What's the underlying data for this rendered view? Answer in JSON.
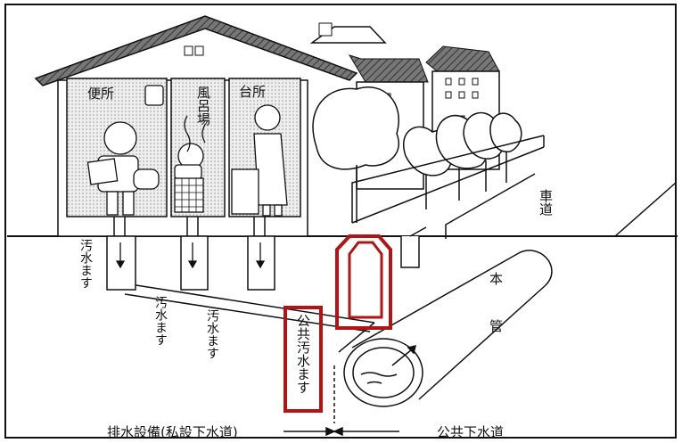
{
  "labels": {
    "toilet": "便所",
    "bath": "風呂場",
    "kitchen": "台所",
    "road": "車道",
    "main_pipe": "本管",
    "inlet_left": "汚水ます",
    "inlet_mid": "汚水ます",
    "inlet_right": "汚水ます",
    "public_inlet": "公共汚水ます",
    "private_section": "排水設備(私設下水道)",
    "public_section": "公共下水道"
  },
  "colors": {
    "highlight": "#b01414",
    "line": "#111111",
    "roof": "#555555",
    "wall": "#d9d9d9"
  },
  "icons": [
    "house-icon",
    "tree-icon",
    "person-icon",
    "sewer-pipe-icon"
  ]
}
